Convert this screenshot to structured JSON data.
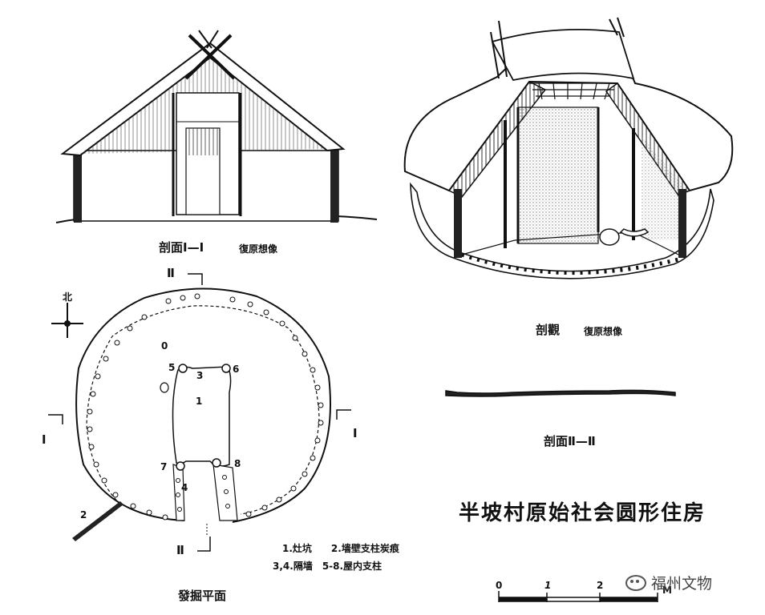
{
  "captions": {
    "section_front": "剖面Ⅰ—Ⅰ",
    "section_front_note": "復原想像",
    "cutaway": "剖觀",
    "cutaway_note": "復原想像",
    "section_side": "剖面Ⅱ—Ⅱ",
    "plan": "發掘平面",
    "main_title": "半坡村原始社会圆形住房"
  },
  "plan_labels": {
    "north": "北",
    "cut_I_left": "Ⅰ",
    "cut_I_right": "Ⅰ",
    "cut_II_top": "Ⅱ",
    "cut_II_bottom": "Ⅱ",
    "n0": "0",
    "n1": "1",
    "n2": "2",
    "n3": "3",
    "n4": "4",
    "n5": "5",
    "n6": "6",
    "n7": "7",
    "n8": "8"
  },
  "legend": {
    "line1": "1.灶坑　　2.墙壁支柱炭痕",
    "line2": "3,4.隔墙　5-8.屋内支柱"
  },
  "scale_bar": {
    "ticks": [
      "0",
      "1",
      "2"
    ],
    "unit": "M"
  },
  "watermark": "福州文物",
  "colors": {
    "ink": "#111111",
    "paper": "#ffffff",
    "stipple": "#888888"
  }
}
